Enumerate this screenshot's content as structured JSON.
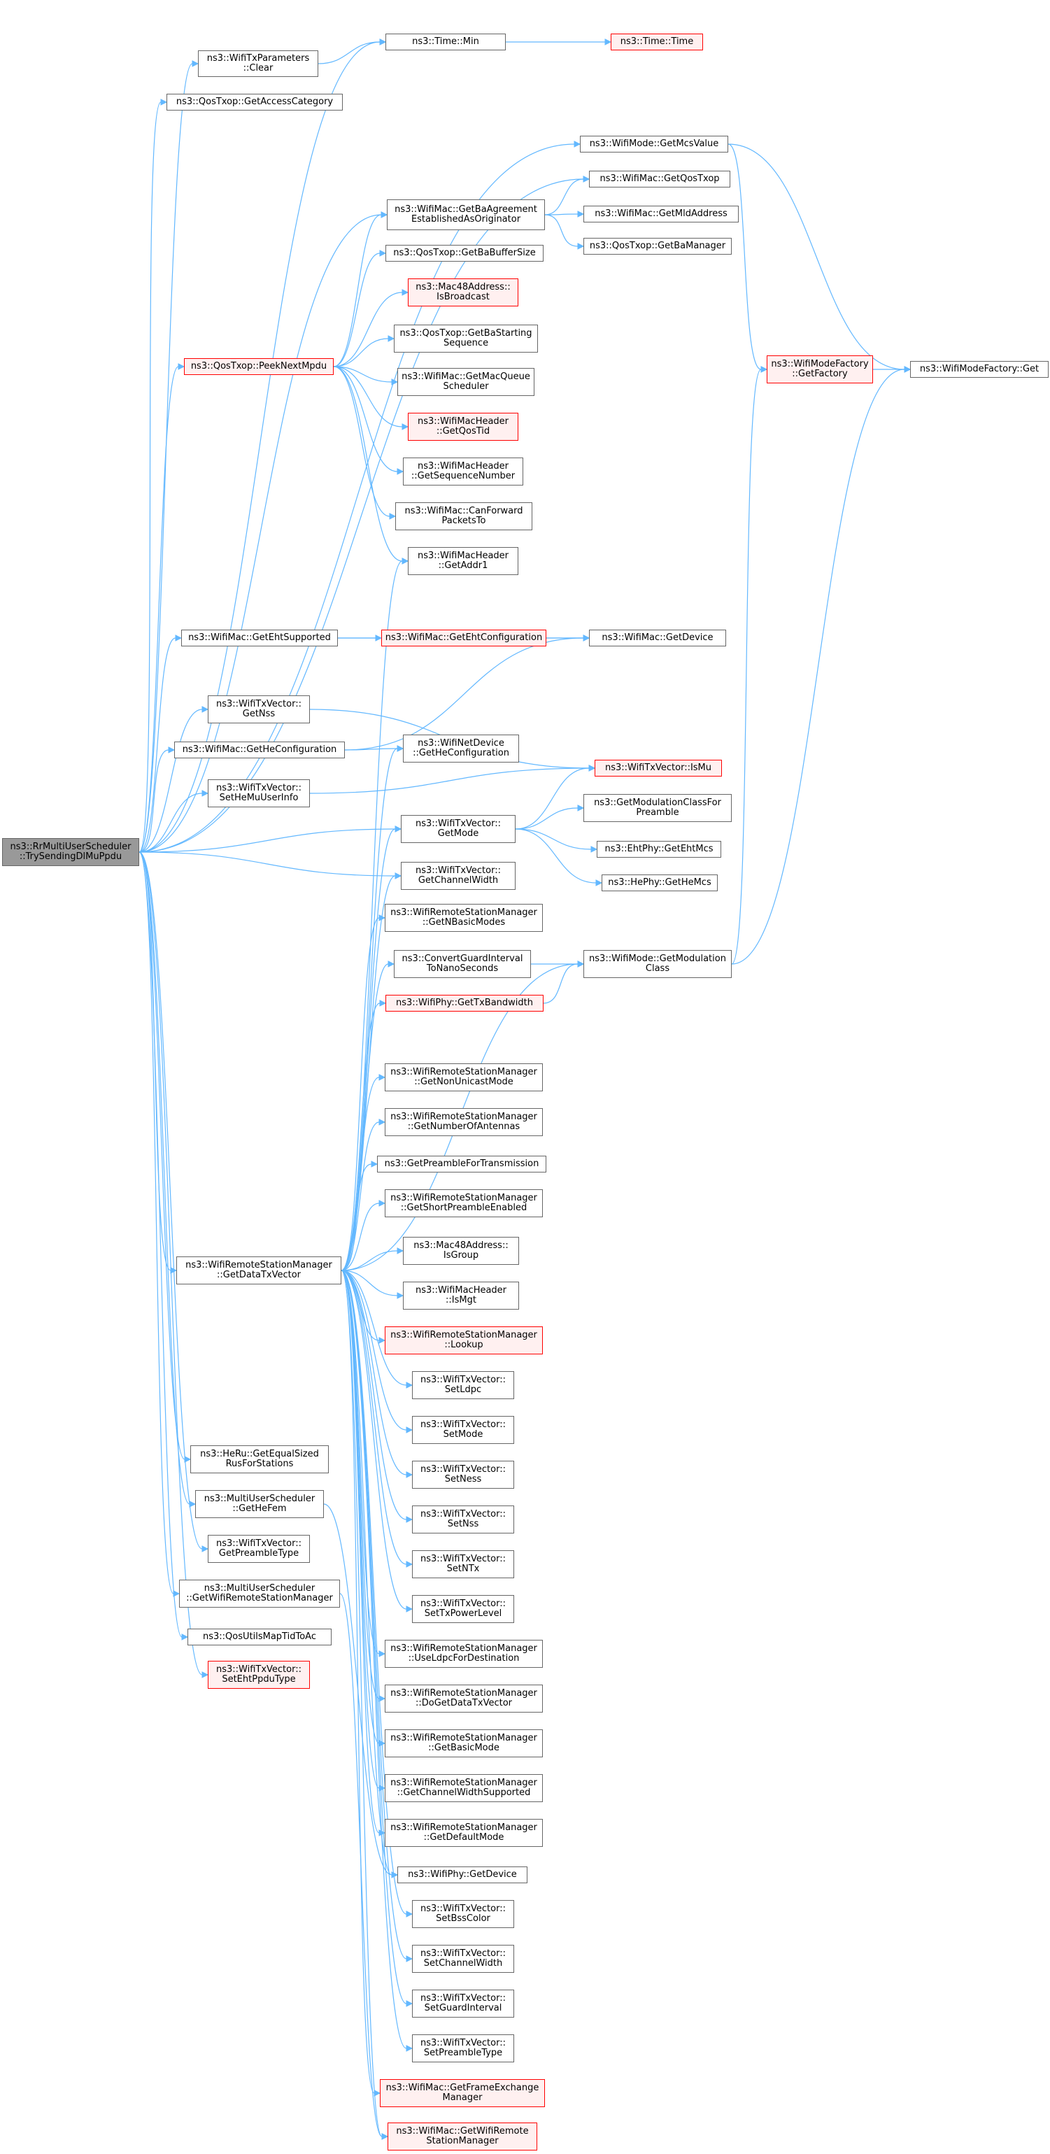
{
  "colors": {
    "edge": "#63b8ff",
    "node_border": "#666666",
    "highlight_border": "#ff0000",
    "highlight_fill": "#fff0f0",
    "root_fill": "#999999"
  },
  "nodes": [
    {
      "id": "root",
      "lines": [
        "ns3::RrMultiUserScheduler",
        "::TrySendingDlMuPpdu"
      ],
      "style": "root"
    },
    {
      "id": "txparam_clear",
      "lines": [
        "ns3::WifiTxParameters",
        "::Clear"
      ]
    },
    {
      "id": "time_min",
      "lines": [
        "ns3::Time::Min"
      ]
    },
    {
      "id": "time_time",
      "lines": [
        "ns3::Time::Time"
      ],
      "style": "red"
    },
    {
      "id": "get_access_cat",
      "lines": [
        "ns3::QosTxop::GetAccessCategory"
      ]
    },
    {
      "id": "get_mcs_value",
      "lines": [
        "ns3::WifiMode::GetMcsValue"
      ]
    },
    {
      "id": "get_qos_txop",
      "lines": [
        "ns3::WifiMac::GetQosTxop"
      ]
    },
    {
      "id": "get_ba_agreement",
      "lines": [
        "ns3::WifiMac::GetBaAgreement",
        "EstablishedAsOriginator"
      ]
    },
    {
      "id": "get_mld_address",
      "lines": [
        "ns3::WifiMac::GetMldAddress"
      ]
    },
    {
      "id": "get_ba_manager",
      "lines": [
        "ns3::QosTxop::GetBaManager"
      ]
    },
    {
      "id": "get_ba_buffer_size",
      "lines": [
        "ns3::QosTxop::GetBaBufferSize"
      ]
    },
    {
      "id": "is_broadcast",
      "lines": [
        "ns3::Mac48Address::",
        "IsBroadcast"
      ],
      "style": "red"
    },
    {
      "id": "get_ba_starting_seq",
      "lines": [
        "ns3::QosTxop::GetBaStarting",
        "Sequence"
      ]
    },
    {
      "id": "get_mac_queue_sched",
      "lines": [
        "ns3::WifiMac::GetMacQueue",
        "Scheduler"
      ]
    },
    {
      "id": "get_qos_tid",
      "lines": [
        "ns3::WifiMacHeader",
        "::GetQosTid"
      ],
      "style": "red"
    },
    {
      "id": "peek_next_mpdu",
      "lines": [
        "ns3::QosTxop::PeekNextMpdu"
      ],
      "style": "red"
    },
    {
      "id": "get_seq_number",
      "lines": [
        "ns3::WifiMacHeader",
        "::GetSequenceNumber"
      ]
    },
    {
      "id": "can_forward",
      "lines": [
        "ns3::WifiMac::CanForward",
        "PacketsTo"
      ]
    },
    {
      "id": "get_addr1",
      "lines": [
        "ns3::WifiMacHeader",
        "::GetAddr1"
      ]
    },
    {
      "id": "mode_factory_get_factory",
      "lines": [
        "ns3::WifiModeFactory",
        "::GetFactory"
      ],
      "style": "red"
    },
    {
      "id": "mode_factory_get",
      "lines": [
        "ns3::WifiModeFactory::Get"
      ]
    },
    {
      "id": "get_eht_supported",
      "lines": [
        "ns3::WifiMac::GetEhtSupported"
      ]
    },
    {
      "id": "get_eht_config",
      "lines": [
        "ns3::WifiMac::GetEhtConfiguration"
      ],
      "style": "red"
    },
    {
      "id": "mac_get_device",
      "lines": [
        "ns3::WifiMac::GetDevice"
      ]
    },
    {
      "id": "get_nss",
      "lines": [
        "ns3::WifiTxVector::",
        "GetNss"
      ]
    },
    {
      "id": "get_he_config",
      "lines": [
        "ns3::WifiMac::GetHeConfiguration"
      ]
    },
    {
      "id": "netdev_get_he_config",
      "lines": [
        "ns3::WifiNetDevice",
        "::GetHeConfiguration"
      ]
    },
    {
      "id": "is_mu",
      "lines": [
        "ns3::WifiTxVector::IsMu"
      ],
      "style": "red"
    },
    {
      "id": "set_he_mu_user_info",
      "lines": [
        "ns3::WifiTxVector::",
        "SetHeMuUserInfo"
      ]
    },
    {
      "id": "get_mode",
      "lines": [
        "ns3::WifiTxVector::",
        "GetMode"
      ]
    },
    {
      "id": "get_mod_class_for_preamble",
      "lines": [
        "ns3::GetModulationClassFor",
        "Preamble"
      ]
    },
    {
      "id": "eht_get_eht_mcs",
      "lines": [
        "ns3::EhtPhy::GetEhtMcs"
      ]
    },
    {
      "id": "he_get_he_mcs",
      "lines": [
        "ns3::HePhy::GetHeMcs"
      ]
    },
    {
      "id": "get_channel_width",
      "lines": [
        "ns3::WifiTxVector::",
        "GetChannelWidth"
      ]
    },
    {
      "id": "get_n_basic_modes",
      "lines": [
        "ns3::WifiRemoteStationManager",
        "::GetNBasicModes"
      ]
    },
    {
      "id": "convert_gi",
      "lines": [
        "ns3::ConvertGuardInterval",
        "ToNanoSeconds"
      ]
    },
    {
      "id": "get_mod_class",
      "lines": [
        "ns3::WifiMode::GetModulation",
        "Class"
      ]
    },
    {
      "id": "get_tx_bandwidth",
      "lines": [
        "ns3::WifiPhy::GetTxBandwidth"
      ],
      "style": "red"
    },
    {
      "id": "get_non_unicast_mode",
      "lines": [
        "ns3::WifiRemoteStationManager",
        "::GetNonUnicastMode"
      ]
    },
    {
      "id": "get_num_antennas",
      "lines": [
        "ns3::WifiRemoteStationManager",
        "::GetNumberOfAntennas"
      ]
    },
    {
      "id": "get_preamble_for_tx",
      "lines": [
        "ns3::GetPreambleForTransmission"
      ]
    },
    {
      "id": "get_short_preamble",
      "lines": [
        "ns3::WifiRemoteStationManager",
        "::GetShortPreambleEnabled"
      ]
    },
    {
      "id": "get_data_tx_vector",
      "lines": [
        "ns3::WifiRemoteStationManager",
        "::GetDataTxVector"
      ]
    },
    {
      "id": "is_group",
      "lines": [
        "ns3::Mac48Address::",
        "IsGroup"
      ]
    },
    {
      "id": "is_mgt",
      "lines": [
        "ns3::WifiMacHeader",
        "::IsMgt"
      ]
    },
    {
      "id": "lookup",
      "lines": [
        "ns3::WifiRemoteStationManager",
        "::Lookup"
      ],
      "style": "red"
    },
    {
      "id": "set_ldpc",
      "lines": [
        "ns3::WifiTxVector::",
        "SetLdpc"
      ]
    },
    {
      "id": "set_mode",
      "lines": [
        "ns3::WifiTxVector::",
        "SetMode"
      ]
    },
    {
      "id": "set_ness",
      "lines": [
        "ns3::WifiTxVector::",
        "SetNess"
      ]
    },
    {
      "id": "set_nss",
      "lines": [
        "ns3::WifiTxVector::",
        "SetNss"
      ]
    },
    {
      "id": "set_ntx",
      "lines": [
        "ns3::WifiTxVector::",
        "SetNTx"
      ]
    },
    {
      "id": "set_tx_power_level",
      "lines": [
        "ns3::WifiTxVector::",
        "SetTxPowerLevel"
      ]
    },
    {
      "id": "get_equal_sized_rus",
      "lines": [
        "ns3::HeRu::GetEqualSized",
        "RusForStations"
      ]
    },
    {
      "id": "get_he_fem",
      "lines": [
        "ns3::MultiUserScheduler",
        "::GetHeFem"
      ]
    },
    {
      "id": "get_preamble_type",
      "lines": [
        "ns3::WifiTxVector::",
        "GetPreambleType"
      ]
    },
    {
      "id": "get_wifi_rsm",
      "lines": [
        "ns3::MultiUserScheduler",
        "::GetWifiRemoteStationManager"
      ]
    },
    {
      "id": "qos_utils_map",
      "lines": [
        "ns3::QosUtilsMapTidToAc"
      ]
    },
    {
      "id": "set_eht_ppdu_type",
      "lines": [
        "ns3::WifiTxVector::",
        "SetEhtPpduType"
      ],
      "style": "red"
    },
    {
      "id": "use_ldpc",
      "lines": [
        "ns3::WifiRemoteStationManager",
        "::UseLdpcForDestination"
      ]
    },
    {
      "id": "do_get_data_tx_vector",
      "lines": [
        "ns3::WifiRemoteStationManager",
        "::DoGetDataTxVector"
      ]
    },
    {
      "id": "get_basic_mode",
      "lines": [
        "ns3::WifiRemoteStationManager",
        "::GetBasicMode"
      ]
    },
    {
      "id": "get_cw_supported",
      "lines": [
        "ns3::WifiRemoteStationManager",
        "::GetChannelWidthSupported"
      ]
    },
    {
      "id": "get_default_mode",
      "lines": [
        "ns3::WifiRemoteStationManager",
        "::GetDefaultMode"
      ]
    },
    {
      "id": "phy_get_device",
      "lines": [
        "ns3::WifiPhy::GetDevice"
      ]
    },
    {
      "id": "set_bss_color",
      "lines": [
        "ns3::WifiTxVector::",
        "SetBssColor"
      ]
    },
    {
      "id": "set_channel_width",
      "lines": [
        "ns3::WifiTxVector::",
        "SetChannelWidth"
      ]
    },
    {
      "id": "set_guard_interval",
      "lines": [
        "ns3::WifiTxVector::",
        "SetGuardInterval"
      ]
    },
    {
      "id": "set_preamble_type",
      "lines": [
        "ns3::WifiTxVector::",
        "SetPreambleType"
      ]
    },
    {
      "id": "get_frame_exchange_mgr",
      "lines": [
        "ns3::WifiMac::GetFrameExchange",
        "Manager"
      ],
      "style": "red"
    },
    {
      "id": "get_wifi_remote_sm",
      "lines": [
        "ns3::WifiMac::GetWifiRemote",
        "StationManager"
      ],
      "style": "red"
    }
  ],
  "edges": [
    [
      "root",
      "txparam_clear"
    ],
    [
      "root",
      "time_min"
    ],
    [
      "txparam_clear",
      "time_min"
    ],
    [
      "time_min",
      "time_time"
    ],
    [
      "root",
      "get_access_cat"
    ],
    [
      "root",
      "get_mcs_value"
    ],
    [
      "root",
      "get_qos_txop"
    ],
    [
      "root",
      "get_ba_agreement"
    ],
    [
      "get_ba_agreement",
      "get_qos_txop"
    ],
    [
      "get_ba_agreement",
      "get_mld_address"
    ],
    [
      "get_ba_agreement",
      "get_ba_manager"
    ],
    [
      "root",
      "peek_next_mpdu"
    ],
    [
      "peek_next_mpdu",
      "get_ba_agreement"
    ],
    [
      "peek_next_mpdu",
      "get_ba_buffer_size"
    ],
    [
      "peek_next_mpdu",
      "is_broadcast"
    ],
    [
      "peek_next_mpdu",
      "get_ba_starting_seq"
    ],
    [
      "peek_next_mpdu",
      "get_mac_queue_sched"
    ],
    [
      "peek_next_mpdu",
      "get_qos_tid"
    ],
    [
      "peek_next_mpdu",
      "get_seq_number"
    ],
    [
      "peek_next_mpdu",
      "can_forward"
    ],
    [
      "peek_next_mpdu",
      "get_addr1"
    ],
    [
      "get_mcs_value",
      "mode_factory_get_factory"
    ],
    [
      "get_mcs_value",
      "mode_factory_get"
    ],
    [
      "mode_factory_get_factory",
      "mode_factory_get"
    ],
    [
      "root",
      "get_eht_supported"
    ],
    [
      "get_eht_supported",
      "get_eht_config"
    ],
    [
      "get_eht_supported",
      "mac_get_device"
    ],
    [
      "get_eht_config",
      "mac_get_device"
    ],
    [
      "root",
      "get_nss"
    ],
    [
      "get_nss",
      "is_mu"
    ],
    [
      "root",
      "get_he_config"
    ],
    [
      "get_he_config",
      "netdev_get_he_config"
    ],
    [
      "get_he_config",
      "mac_get_device"
    ],
    [
      "root",
      "set_he_mu_user_info"
    ],
    [
      "set_he_mu_user_info",
      "is_mu"
    ],
    [
      "root",
      "get_mode"
    ],
    [
      "get_mode",
      "is_mu"
    ],
    [
      "get_mode",
      "get_mod_class_for_preamble"
    ],
    [
      "get_mode",
      "eht_get_eht_mcs"
    ],
    [
      "get_mode",
      "he_get_he_mcs"
    ],
    [
      "root",
      "get_channel_width"
    ],
    [
      "convert_gi",
      "get_mod_class"
    ],
    [
      "get_tx_bandwidth",
      "get_mod_class"
    ],
    [
      "get_mod_class",
      "mode_factory_get_factory"
    ],
    [
      "get_mod_class",
      "mode_factory_get"
    ],
    [
      "root",
      "get_data_tx_vector"
    ],
    [
      "get_data_tx_vector",
      "get_addr1"
    ],
    [
      "get_data_tx_vector",
      "netdev_get_he_config"
    ],
    [
      "get_data_tx_vector",
      "get_mode"
    ],
    [
      "get_data_tx_vector",
      "get_channel_width"
    ],
    [
      "get_data_tx_vector",
      "get_n_basic_modes"
    ],
    [
      "get_data_tx_vector",
      "convert_gi"
    ],
    [
      "get_data_tx_vector",
      "get_mod_class"
    ],
    [
      "get_data_tx_vector",
      "get_tx_bandwidth"
    ],
    [
      "get_data_tx_vector",
      "get_non_unicast_mode"
    ],
    [
      "get_data_tx_vector",
      "get_num_antennas"
    ],
    [
      "get_data_tx_vector",
      "get_preamble_for_tx"
    ],
    [
      "get_data_tx_vector",
      "get_short_preamble"
    ],
    [
      "get_data_tx_vector",
      "is_group"
    ],
    [
      "get_data_tx_vector",
      "is_mgt"
    ],
    [
      "get_data_tx_vector",
      "lookup"
    ],
    [
      "get_data_tx_vector",
      "set_ldpc"
    ],
    [
      "get_data_tx_vector",
      "set_mode"
    ],
    [
      "get_data_tx_vector",
      "set_ness"
    ],
    [
      "get_data_tx_vector",
      "set_nss"
    ],
    [
      "get_data_tx_vector",
      "set_ntx"
    ],
    [
      "get_data_tx_vector",
      "set_tx_power_level"
    ],
    [
      "get_data_tx_vector",
      "use_ldpc"
    ],
    [
      "get_data_tx_vector",
      "do_get_data_tx_vector"
    ],
    [
      "get_data_tx_vector",
      "get_basic_mode"
    ],
    [
      "get_data_tx_vector",
      "get_cw_supported"
    ],
    [
      "get_data_tx_vector",
      "get_default_mode"
    ],
    [
      "get_data_tx_vector",
      "phy_get_device"
    ],
    [
      "get_data_tx_vector",
      "set_bss_color"
    ],
    [
      "get_data_tx_vector",
      "set_channel_width"
    ],
    [
      "get_data_tx_vector",
      "set_guard_interval"
    ],
    [
      "get_data_tx_vector",
      "set_preamble_type"
    ],
    [
      "get_data_tx_vector",
      "get_frame_exchange_mgr"
    ],
    [
      "get_data_tx_vector",
      "get_wifi_remote_sm"
    ],
    [
      "root",
      "get_equal_sized_rus"
    ],
    [
      "root",
      "get_he_fem"
    ],
    [
      "root",
      "get_preamble_type"
    ],
    [
      "root",
      "get_wifi_rsm"
    ],
    [
      "root",
      "qos_utils_map"
    ],
    [
      "root",
      "set_eht_ppdu_type"
    ],
    [
      "get_he_fem",
      "phy_get_device"
    ],
    [
      "get_wifi_rsm",
      "get_wifi_remote_sm"
    ]
  ]
}
